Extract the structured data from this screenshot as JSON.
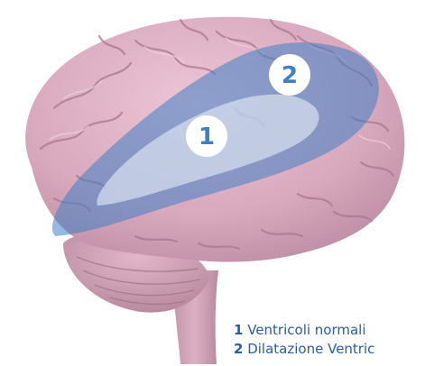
{
  "markers": {
    "normal": "1",
    "dilated": "2"
  },
  "legend": [
    {
      "number": "1",
      "label": "Ventricoli normali"
    },
    {
      "number": "2",
      "label": "Dilatazione Ventric"
    }
  ],
  "colors": {
    "brain": "#d9a9bd",
    "brain_shadow": "#b98aa0",
    "gyri": "#a9768e",
    "dilated_overlay": "#3f7fc4",
    "normal_overlay": "#e3ecf5",
    "marker_circle": "#ffffff",
    "marker_text": "#3f7fc4",
    "legend_text": "#2b5c9e"
  }
}
